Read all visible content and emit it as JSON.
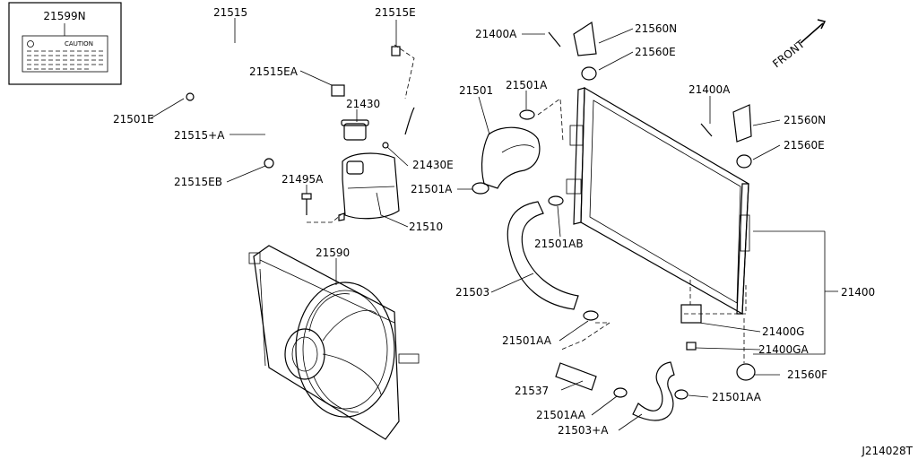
{
  "diagram": {
    "drawing_code": "J214028T",
    "direction_label": "FRONT",
    "caution_label": {
      "part_number": "21599N",
      "text": "CAUTION"
    },
    "callouts": {
      "p21515": "21515",
      "p21515E": "21515E",
      "p21515EA": "21515EA",
      "p21430": "21430",
      "p21501E": "21501E",
      "p21515A": "21515+A",
      "p21430E": "21430E",
      "p21515EB": "21515EB",
      "p21495A": "21495A",
      "p21510": "21510",
      "p21590": "21590",
      "p21400A_top": "21400A",
      "p21560N_top": "21560N",
      "p21560E_top": "21560E",
      "p21501": "21501",
      "p21501A_top": "21501A",
      "p21400A_right": "21400A",
      "p21560N_right": "21560N",
      "p21560E_right": "21560E",
      "p21501A_left": "21501A",
      "p21501AB": "21501AB",
      "p21400": "21400",
      "p21503": "21503",
      "p21400G": "21400G",
      "p21501AA_mid": "21501AA",
      "p21400GA": "21400GA",
      "p21560F": "21560F",
      "p21537": "21537",
      "p21501AA_right": "21501AA",
      "p21501AA_bottom": "21501AA",
      "p21503A": "21503+A"
    }
  }
}
